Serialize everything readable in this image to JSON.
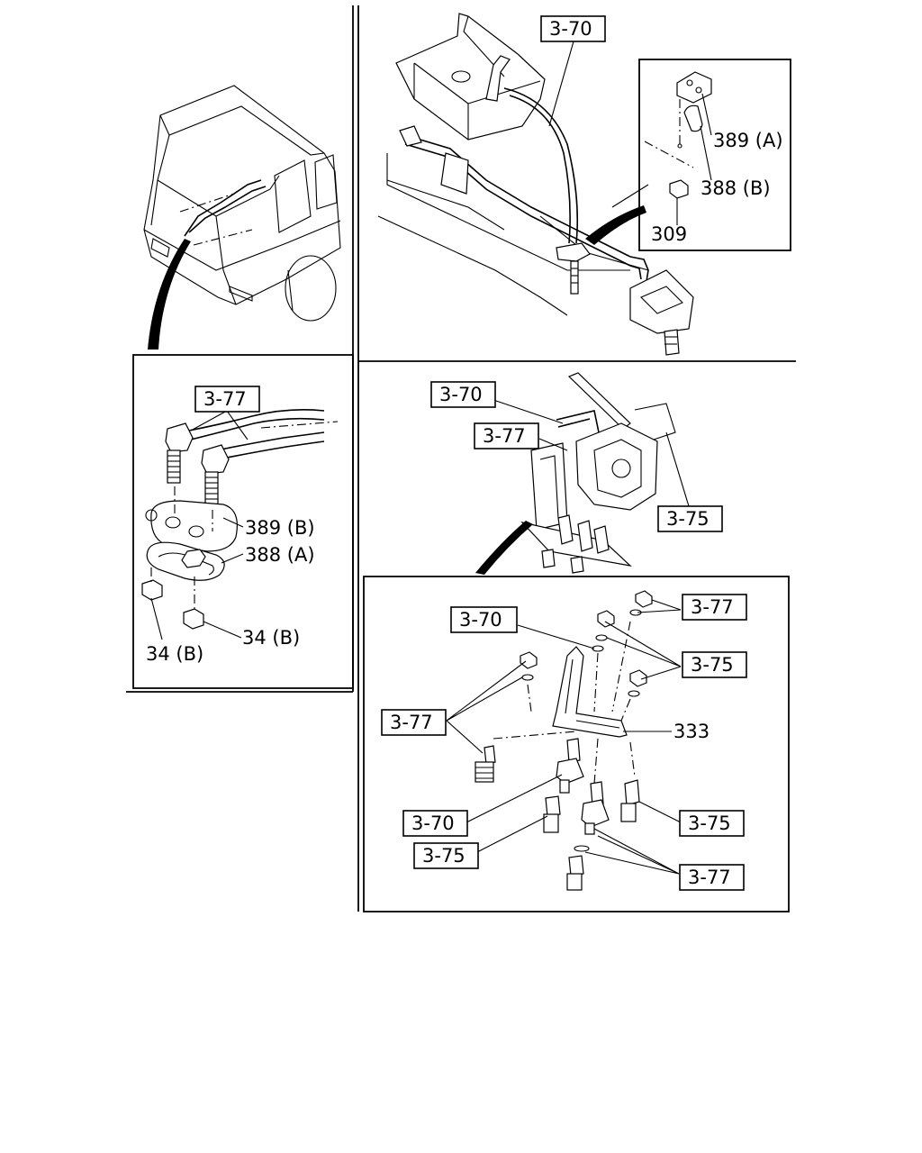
{
  "callouts": {
    "top_right": {
      "ref_3_70": "3-70",
      "p389a": "389 (A)",
      "p388b": "388 (B)",
      "p309": "309"
    },
    "left_panel": {
      "ref_3_77": "3-77",
      "p389b": "389 (B)",
      "p388a": "388 (A)",
      "p34b_right": "34 (B)",
      "p34b_left": "34 (B)"
    },
    "middle_right": {
      "ref_3_70": "3-70",
      "ref_3_77": "3-77",
      "ref_3_75": "3-75"
    },
    "bottom_right": {
      "ref_3_77_top": "3-77",
      "ref_3_70_top": "3-70",
      "ref_3_75_top": "3-75",
      "ref_3_77_left": "3-77",
      "p333": "333",
      "ref_3_70_bottom": "3-70",
      "ref_3_75_right": "3-75",
      "ref_3_75_bottom": "3-75",
      "ref_3_77_bottom": "3-77"
    }
  }
}
